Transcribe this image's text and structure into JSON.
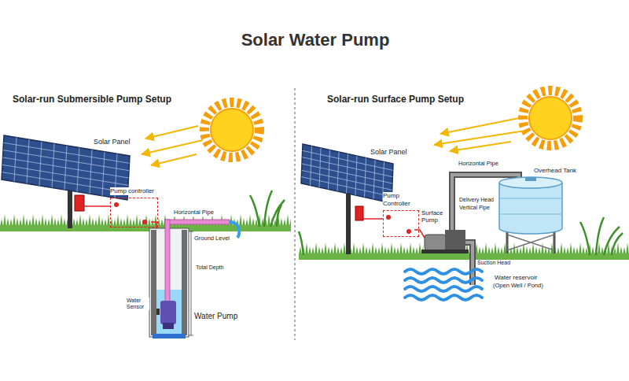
{
  "diagram": {
    "title": "Solar Water Pump",
    "nodes": [
      {
        "text": [
          "Pump controller"
        ]
      },
      {
        "text": [
          "Pump Controller"
        ]
      }
    ],
    "labels": [
      "Solar-run Submersible Pump Setup",
      "Solar Panel",
      "Horizontal Pipe",
      "Ground Level",
      "Total Depth",
      "Water Sensor",
      "Water Pump",
      "Solar-run Surface Pump Setup",
      "Solar Panel",
      "Surface Pump",
      "Horizontal Pipe",
      "Delivery Head",
      "Vertical Pipe",
      "Overhead Tank",
      "Suction Head",
      "Water reservoir",
      "(Open Well / Pond)"
    ]
  }
}
